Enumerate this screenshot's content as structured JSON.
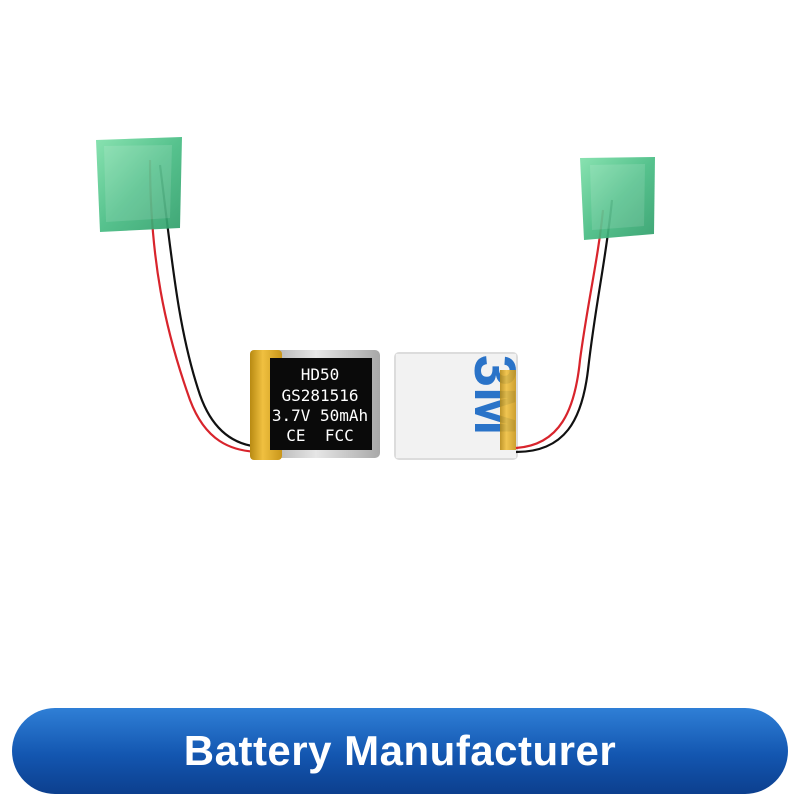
{
  "battery_label": {
    "model": "HD50",
    "part_number": "GS281516",
    "spec": "3.7V 50mAh",
    "certs": "CE  FCC"
  },
  "tape_print": "3M",
  "banner": {
    "text": "Battery Manufacturer"
  },
  "colors": {
    "banner": "#1356b0",
    "tape": "#4fc489",
    "wire_red": "#d8242c",
    "wire_black": "#111111",
    "label_bg": "#0a0a0a",
    "foil": "#d9a520"
  }
}
